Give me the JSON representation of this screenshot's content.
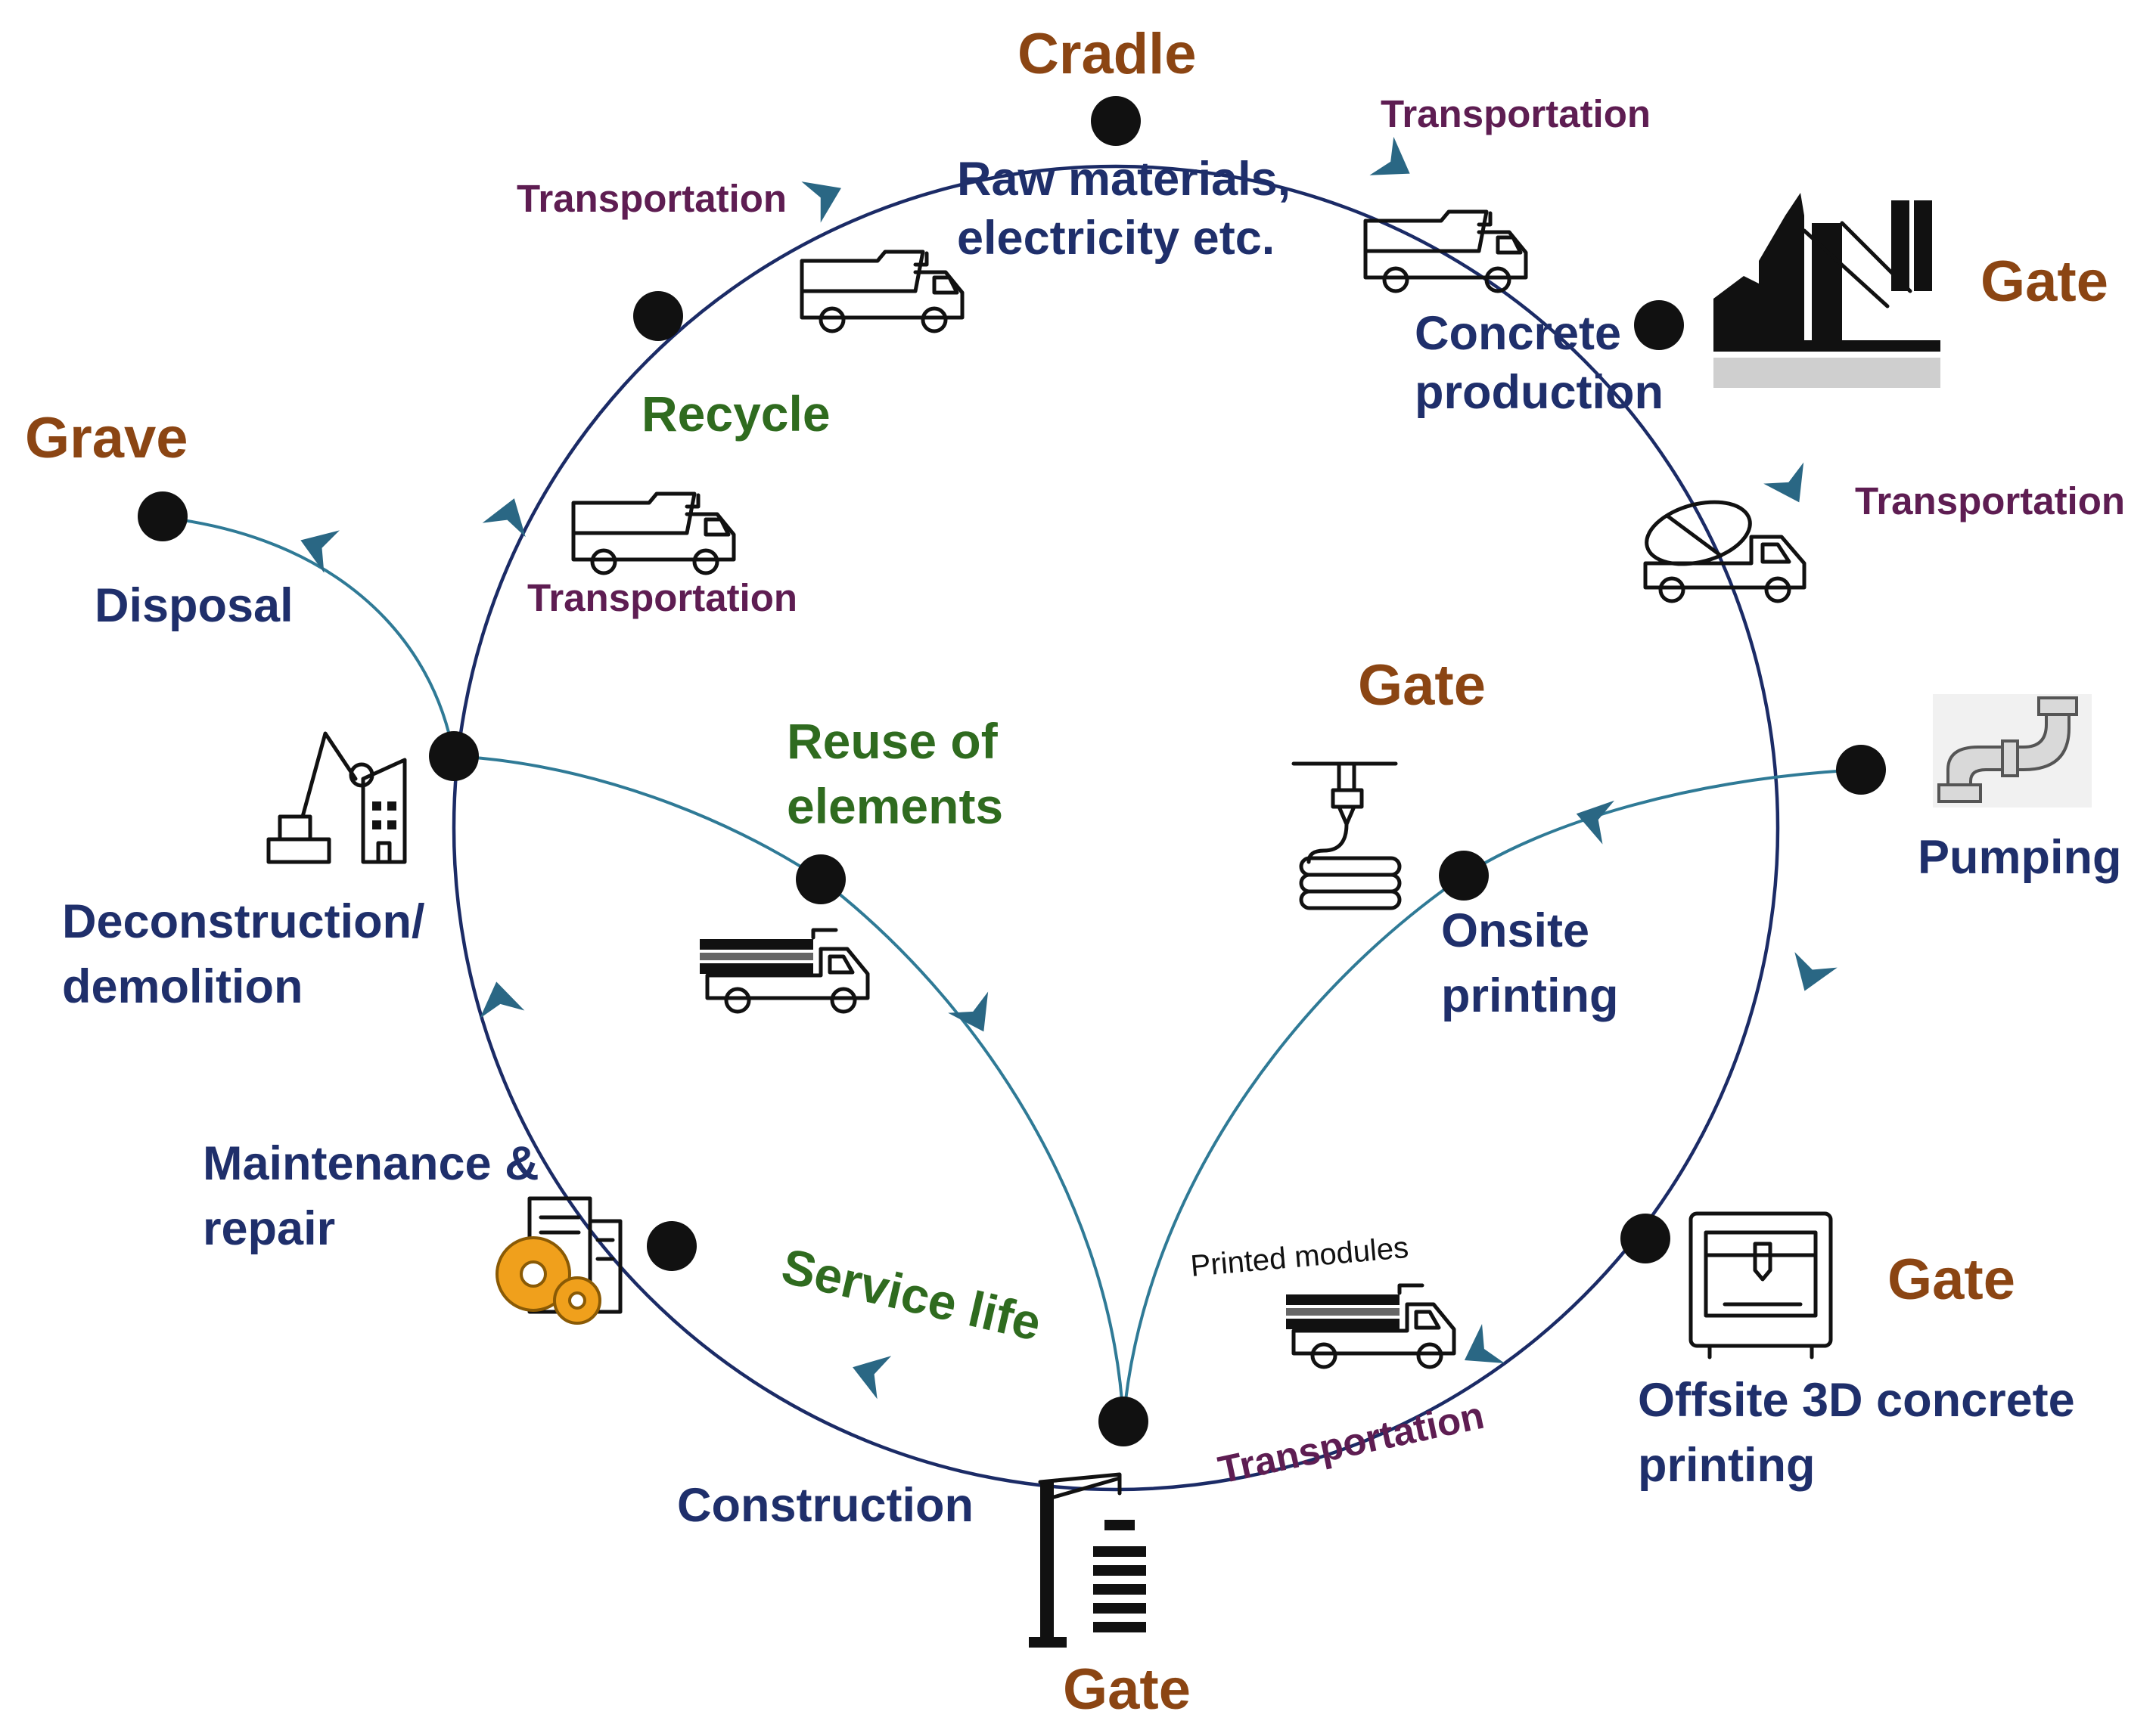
{
  "lifecycle_labels": {
    "cradle": "Cradle",
    "gate_production": "Gate",
    "gate_onsite": "Gate",
    "gate_offsite": "Gate",
    "gate_construction": "Gate",
    "grave": "Grave"
  },
  "stages": {
    "raw_materials": [
      "Raw materials,",
      "electricity etc."
    ],
    "concrete_production": [
      "Concrete",
      "production"
    ],
    "pumping": "Pumping",
    "onsite_printing": [
      "Onsite",
      "printing"
    ],
    "offsite_printing": [
      "Offsite 3D concrete",
      "printing"
    ],
    "construction": "Construction",
    "maintenance": [
      "Maintenance &",
      "repair"
    ],
    "deconstruction": [
      "Deconstruction/",
      "demolition"
    ],
    "disposal": "Disposal"
  },
  "paths": {
    "recycle": "Recycle",
    "reuse": [
      "Reuse of",
      "elements"
    ],
    "service_life": "Service life"
  },
  "transport_labels": {
    "top_left": "Transportation",
    "top_right": "Transportation",
    "right": "Transportation",
    "left": "Transportation",
    "bottom": "Transportation"
  },
  "printed_modules": "Printed modules",
  "icons": [
    "dump-truck-icon",
    "mixer-truck-icon",
    "flatbed-truck-icon",
    "concrete-plant-icon",
    "pipe-icon",
    "3d-print-nozzle-icon",
    "3d-printer-icon",
    "crane-icon",
    "demolition-icon",
    "maintenance-gears-icon"
  ],
  "colors": {
    "stage_text": "#1f2f6b",
    "lifecycle_text": "#8b4513",
    "transport_text": "#5e1d52",
    "path_text": "#2f6b1f",
    "ring": "#1b2b66",
    "branch": "#2f7a96",
    "arrow": "#2a6784",
    "gear": "#f0a01c"
  }
}
